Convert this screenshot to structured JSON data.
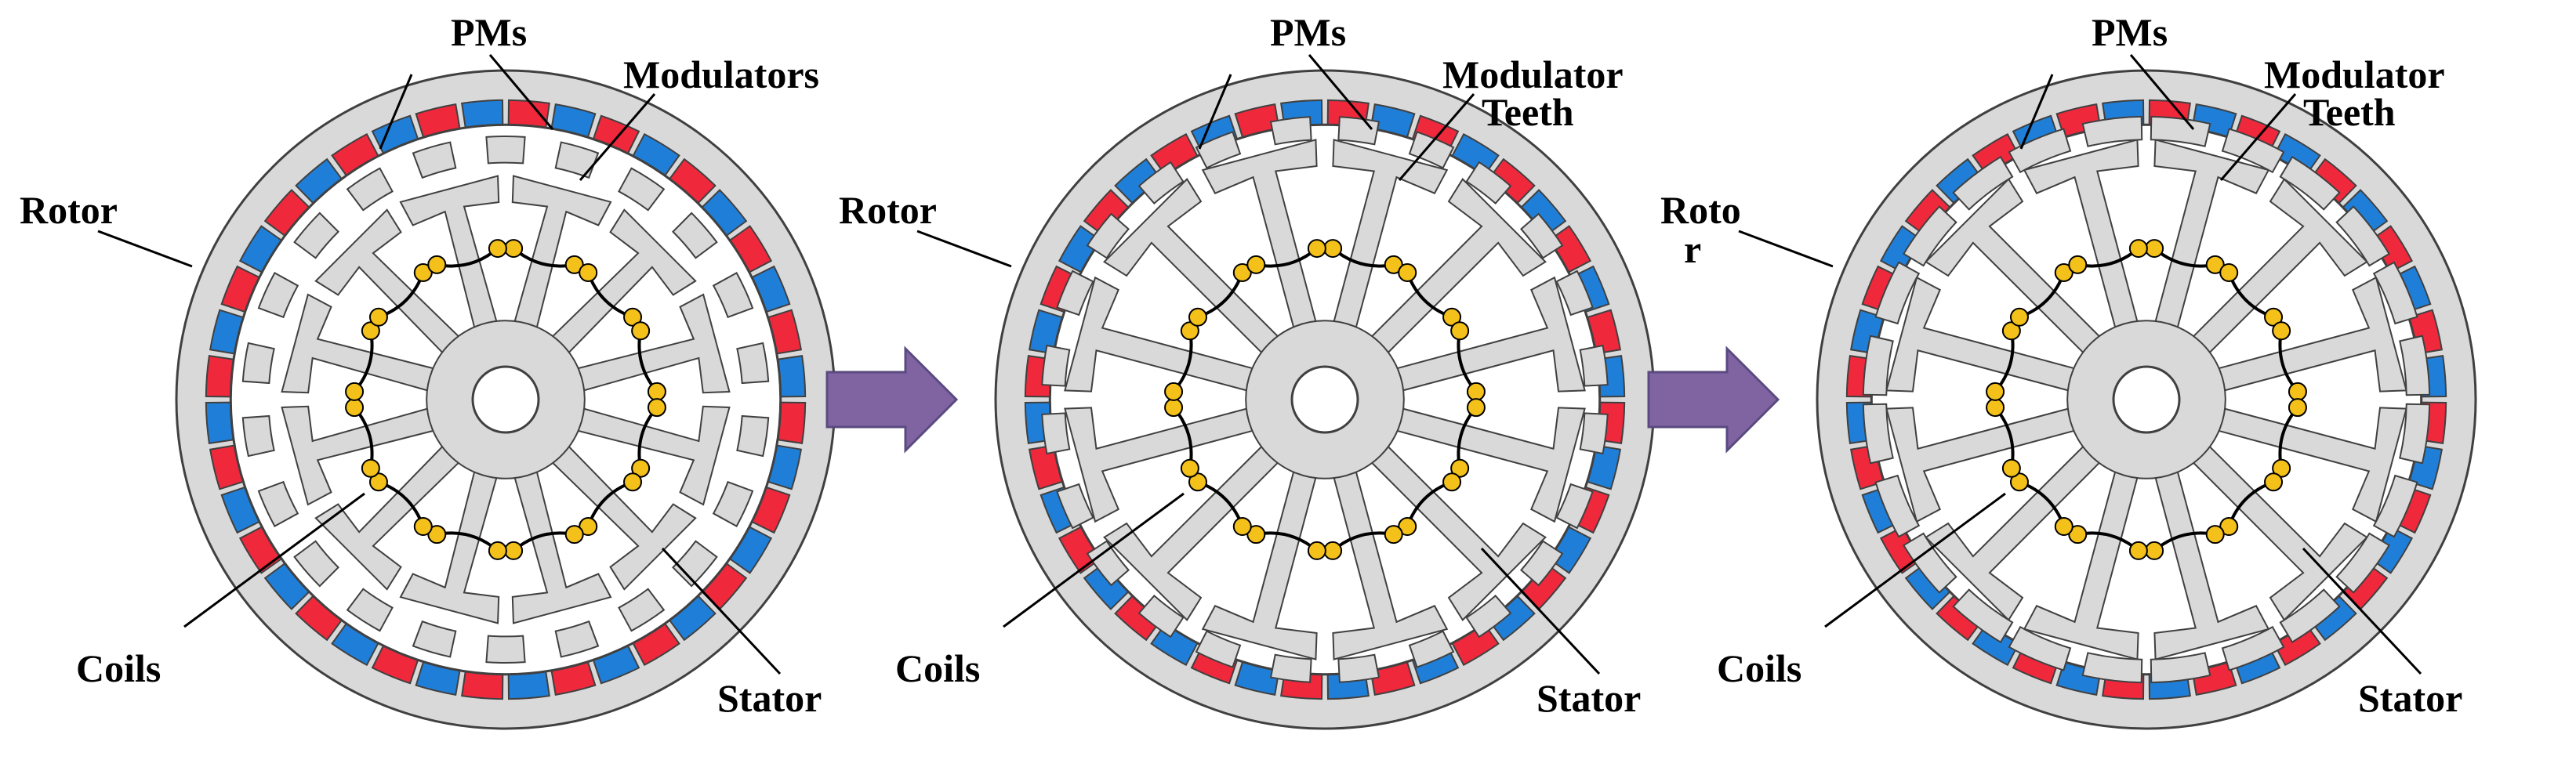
{
  "colors": {
    "background": "#ffffff",
    "rotor_fill": "#d9d9d9",
    "stator_fill": "#d9d9d9",
    "outline": "#404040",
    "pm_red": "#f0283c",
    "pm_blue": "#1f7fd8",
    "coil_dot": "#f4c01a",
    "coil_line": "#000000",
    "arrow": "#8064a2"
  },
  "icons": {
    "arrow": "right-arrow-icon",
    "coil": "coil-dot-icon"
  },
  "panels": [
    {
      "id": "panel-1",
      "variant": "modulators",
      "labels": {
        "pms": "PMs",
        "modulators": [
          "Modulators"
        ],
        "rotor": [
          "Rotor"
        ],
        "coils": "Coils",
        "stator": "Stator"
      }
    },
    {
      "id": "panel-2",
      "variant": "modulator-teeth",
      "labels": {
        "pms": "PMs",
        "modulators": [
          "Modulator",
          "Teeth"
        ],
        "rotor": [
          "Rotor"
        ],
        "coils": "Coils",
        "stator": "Stator"
      }
    },
    {
      "id": "panel-3",
      "variant": "modulator-teeth-merged",
      "labels": {
        "pms": "PMs",
        "modulators": [
          "Modulator",
          "Teeth"
        ],
        "rotor": [
          "Roto",
          "r"
        ],
        "coils": "Coils",
        "stator": "Stator"
      }
    }
  ]
}
